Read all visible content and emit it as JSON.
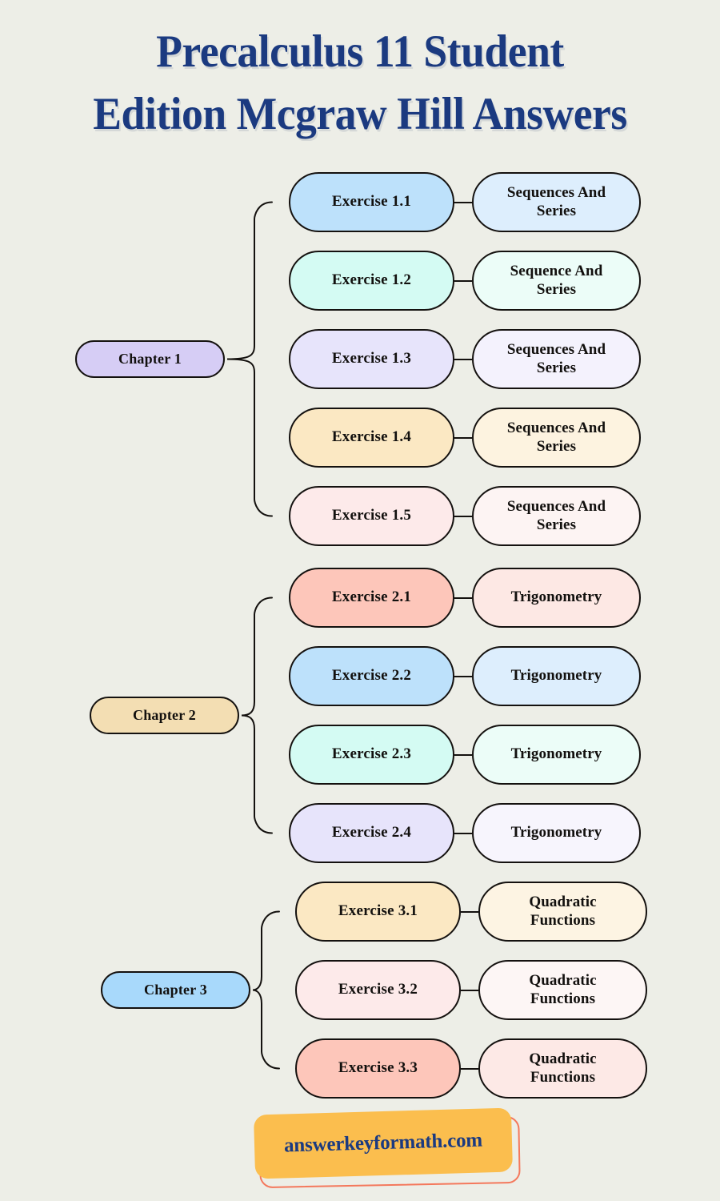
{
  "page": {
    "background_color": "#edeee7",
    "title_color": "#1b3a80",
    "node_border_color": "#14110f"
  },
  "title": {
    "line1": "Precalculus 11 Student",
    "line2": "Edition Mcgraw Hill Answers"
  },
  "chapters": [
    {
      "label": "Chapter 1",
      "color": "#d6cdf5",
      "rows": [
        {
          "exercise": "Exercise 1.1",
          "exercise_color": "#bde1fb",
          "topic": "Sequences And\nSeries",
          "topic_color": "#ddeefd"
        },
        {
          "exercise": "Exercise 1.2",
          "exercise_color": "#d4fbf3",
          "topic": "Sequence  And\nSeries",
          "topic_color": "#ecfdf8"
        },
        {
          "exercise": "Exercise 1.3",
          "exercise_color": "#e7e4fb",
          "topic": "Sequences And\nSeries",
          "topic_color": "#f4f2fd"
        },
        {
          "exercise": "Exercise 1.4",
          "exercise_color": "#fbe8c3",
          "topic": "Sequences And\nSeries",
          "topic_color": "#fdf3e0"
        },
        {
          "exercise": "Exercise  1.5",
          "exercise_color": "#fdeaea",
          "topic": "Sequences And\nSeries",
          "topic_color": "#fdf4f3"
        }
      ]
    },
    {
      "label": "Chapter 2",
      "color": "#f3deb3",
      "rows": [
        {
          "exercise": "Exercise 2.1",
          "exercise_color": "#fdc6ba",
          "topic": "Trigonometry",
          "topic_color": "#fde8e4"
        },
        {
          "exercise": "Exercise 2.2",
          "exercise_color": "#bde1fb",
          "topic": "Trigonometry",
          "topic_color": "#ddeefd"
        },
        {
          "exercise": "Exercise 2.3",
          "exercise_color": "#d4fbf3",
          "topic": "Trigonometry",
          "topic_color": "#ecfdf8"
        },
        {
          "exercise": "Exercise 2.4",
          "exercise_color": "#e7e4fb",
          "topic": "Trigonometry",
          "topic_color": "#f7f5fd"
        }
      ]
    },
    {
      "label": "Chapter 3",
      "color": "#a8d9fb",
      "rows": [
        {
          "exercise": "Exercise 3.1",
          "exercise_color": "#fbe8c3",
          "topic": "Quadratic\nFunctions",
          "topic_color": "#fdf4e3"
        },
        {
          "exercise": "Exercise  3.2",
          "exercise_color": "#fdeaea",
          "topic": "Quadratic\nFunctions",
          "topic_color": "#fdf6f5"
        },
        {
          "exercise": "Exercise 3.3",
          "exercise_color": "#fdc6ba",
          "topic": "Quadratic\nFunctions",
          "topic_color": "#fde9e6"
        }
      ]
    }
  ],
  "footer": {
    "site": "answerkeyformath.com",
    "plate_color": "#fbbe4e",
    "outline_color": "#f4785c",
    "text_color": "#1b3a80"
  }
}
